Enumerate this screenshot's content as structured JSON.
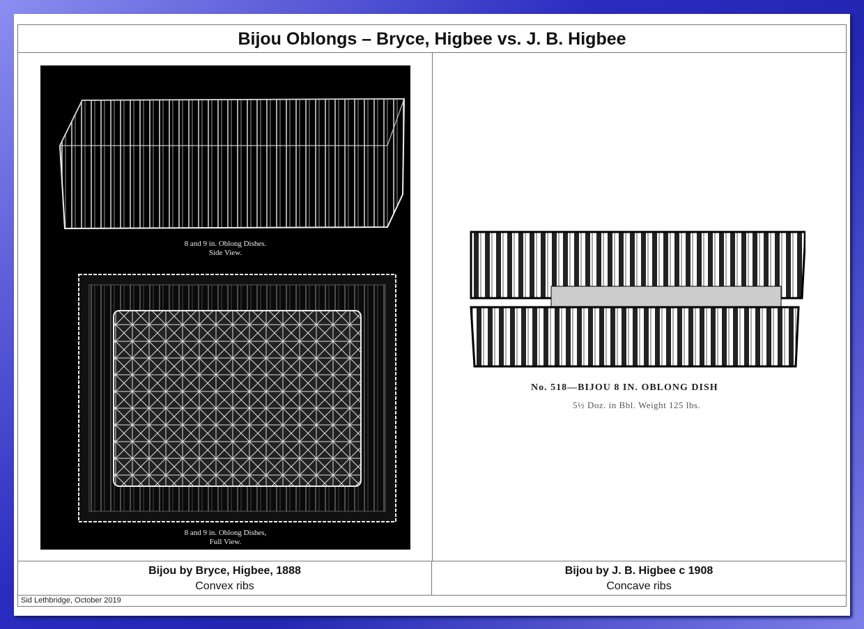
{
  "title": "Bijou Oblongs – Bryce, Higbee vs. J. B. Higbee",
  "left": {
    "side_caption_1": "8 and 9 in. Oblong Dishes.",
    "side_caption_2": "Side View.",
    "full_caption_1": "8 and 9 in. Oblong Dishes,",
    "full_caption_2": "Full View.",
    "caption_title": "Bijou by Bryce, Higbee, 1888",
    "caption_sub": "Convex ribs"
  },
  "right": {
    "catalog_line_1": "No. 518—BIJOU 8 IN. OBLONG DISH",
    "catalog_line_2": "5½ Doz. in Bbl.  Weight 125 lbs.",
    "caption_title": "Bijou by J. B. Higbee c 1908",
    "caption_sub": "Concave ribs"
  },
  "footer": "Sid Lethbridge, October 2019"
}
